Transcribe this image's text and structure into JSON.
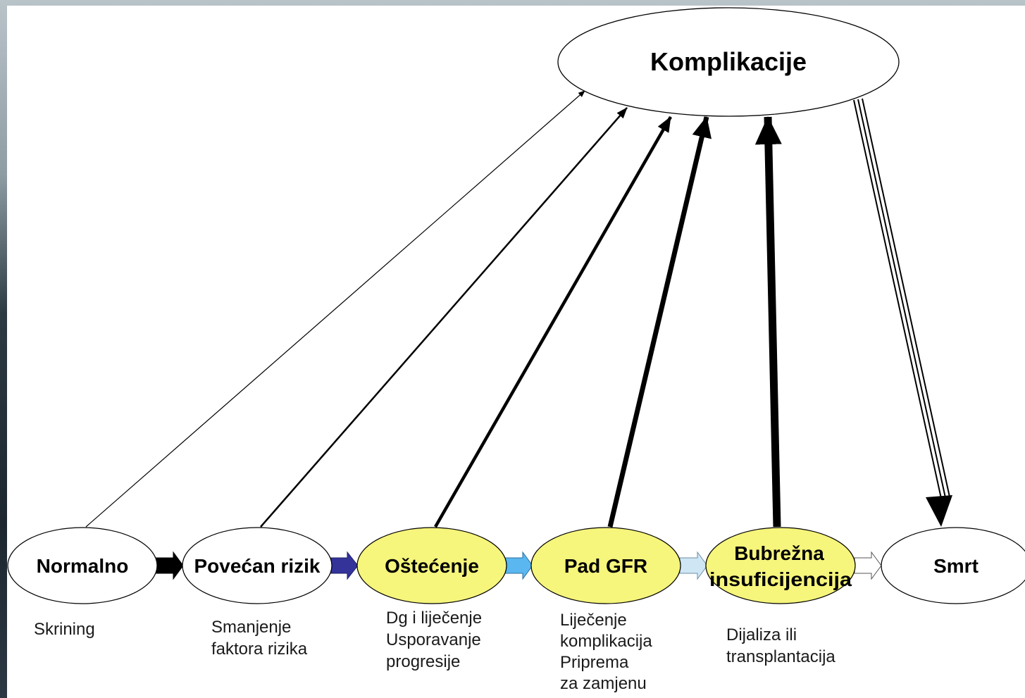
{
  "diagram": {
    "top_node": {
      "label": "Komplikacije"
    },
    "stages": [
      {
        "id": "normalno",
        "label": "Normalno",
        "caption": [
          "Skrining"
        ]
      },
      {
        "id": "povecan-rizik",
        "label": "Povećan rizik",
        "caption": [
          "Smanjenje",
          "faktora rizika"
        ]
      },
      {
        "id": "ostecenje",
        "label": "Oštećenje",
        "caption": [
          "Dg i liječenje",
          "Usporavanje",
          "progresije"
        ]
      },
      {
        "id": "pad-gfr",
        "label": "Pad GFR",
        "caption": [
          "Liječenje",
          "komplikacija",
          "Priprema",
          "za zamjenu"
        ]
      },
      {
        "id": "bubrezna-insuficijencija",
        "label": [
          "Bubrežna",
          "insuficijencija"
        ],
        "caption": [
          "Dijaliza ili",
          "transplantacija"
        ]
      },
      {
        "id": "smrt",
        "label": "Smrt",
        "caption": []
      }
    ],
    "colors": {
      "plain_node": "#ffffff",
      "highlight_node": "#f6f57c",
      "arrow_1": "#000000",
      "arrow_2": "#33339a",
      "arrow_3": "#5ab7ef",
      "arrow_4": "#cfe6f5",
      "arrow_5": "#ffffff"
    }
  }
}
